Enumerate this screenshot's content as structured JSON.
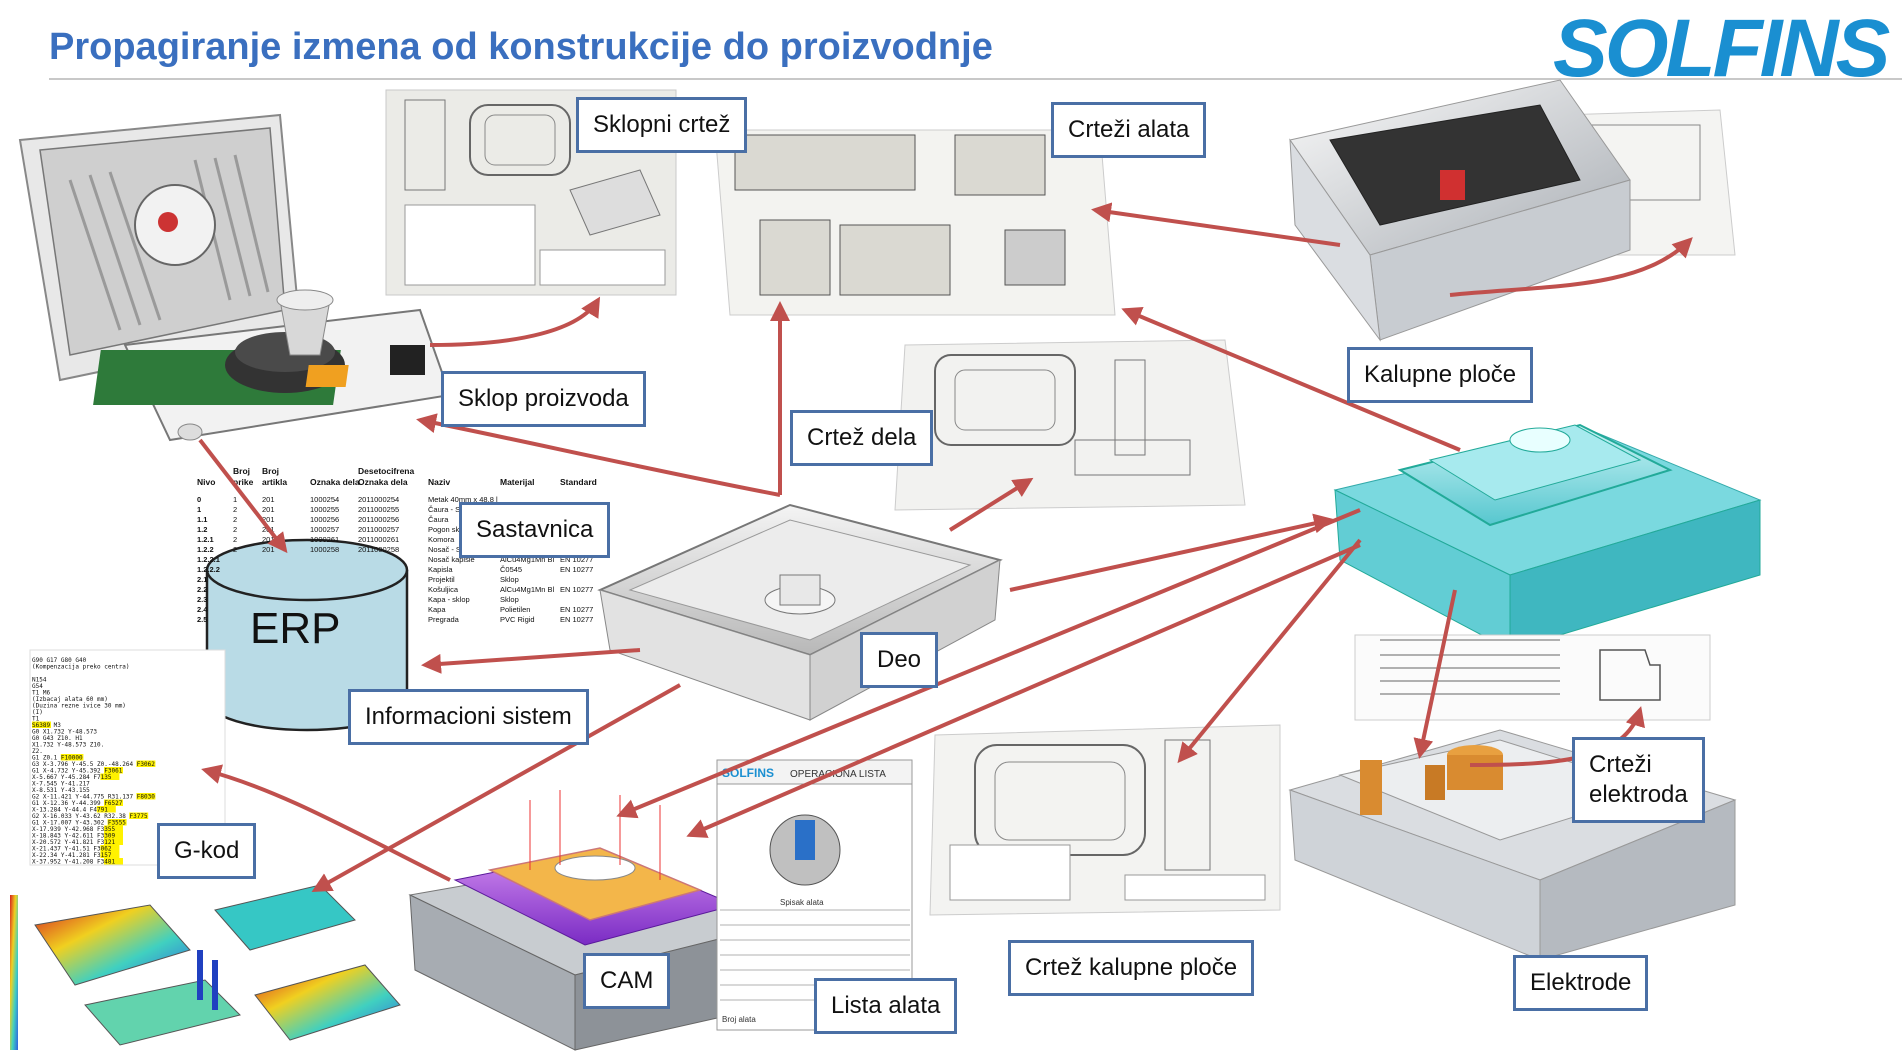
{
  "title": "Propagiranje izmena od konstrukcije do proizvodnje",
  "logo": "SOLFINS",
  "labels": {
    "sklopni_crtez": "Sklopni crtež",
    "crtezi_alata": "Crteži alata",
    "sklop_proizvoda": "Sklop proizvoda",
    "kalupne_ploce": "Kalupne ploče",
    "crtez_dela": "Crtež dela",
    "sastavnica": "Sastavnica",
    "deo": "Deo",
    "informacioni_sistem": "Informacioni sistem",
    "g_kod": "G-kod",
    "crtezi_elektroda": "Crteži\nelektroda",
    "crtez_kalupne_ploce": "Crtež kalupne ploče",
    "elektrode": "Elektrode",
    "cam": "CAM",
    "lista_alata": "Lista alata"
  },
  "erp": "ERP",
  "bom_table": {
    "headers": [
      "Nivo",
      "Broj\nprike",
      "Broj\nartikla",
      "Oznaka dela",
      "Desetocifrena\nOznaka dela",
      "Naziv",
      "Materijal",
      "Standard"
    ],
    "rows": [
      [
        "0",
        "1",
        "201",
        "1000254",
        "2011000254",
        "Metak 40mm x 48,8 l",
        "",
        ""
      ],
      [
        "1",
        "2",
        "201",
        "1000255",
        "2011000255",
        "Čaura - Sklop",
        "",
        ""
      ],
      [
        "1.1",
        "2",
        "201",
        "1000256",
        "2011000256",
        "Čaura",
        "",
        ""
      ],
      [
        "1.2",
        "2",
        "201",
        "1000257",
        "2011000257",
        "Pogon sklop",
        "",
        ""
      ],
      [
        "1.2.1",
        "2",
        "201",
        "1000261",
        "2011000261",
        "Komora",
        "",
        ""
      ],
      [
        "1.2.2",
        "2",
        "201",
        "1000258",
        "2011000258",
        "Nosač - Sklop",
        "",
        ""
      ],
      [
        "1.2.2.1",
        "",
        "",
        "",
        "",
        "Nosač kapisle",
        "AlCu4Mg1Mn Bl",
        "EN 10277"
      ],
      [
        "1.2.2.2",
        "",
        "",
        "",
        "",
        "Kapisla",
        "Č0545",
        "EN 10277"
      ],
      [
        "2.1",
        "",
        "",
        "",
        "",
        "Projektil",
        "Sklop",
        ""
      ],
      [
        "2.2",
        "",
        "",
        "",
        "",
        "Košuljica",
        "AlCu4Mg1Mn Bl",
        "EN 10277"
      ],
      [
        "2.3",
        "",
        "",
        "",
        "",
        "Kapa - sklop",
        "Sklop",
        ""
      ],
      [
        "2.4",
        "",
        "",
        "",
        "",
        "Kapa",
        "Polietilen",
        "EN 10277"
      ],
      [
        "2.5",
        "",
        "",
        "",
        "",
        "Pregrada",
        "PVC Rigid",
        "EN 10277"
      ]
    ]
  },
  "gcode": [
    "G90 G17 G80 G40",
    "(Kompenzacija preko centra)",
    "",
    "N154",
    "G54",
    "T1 M6",
    "(Izbacaj alata 60 mm)",
    "(Duzina rezne ivice 30 mm)",
    "(I)",
    "T1",
    "S6389 M3",
    "G0 X1.732 Y-48.573",
    "G0 G43 Z10. H1",
    "  X1.732 Y-48.573 Z10.",
    "  Z2.",
    "G1 Z0.1 F10000",
    "G3 X-3.796 Y-45.5 Z0.-48.264 F3062",
    "G1 X-4.732 Y-45.392 F3061",
    "  X-5.667 Y-45.284 F7135",
    "  X-7.545 Y-41.217",
    "  X-8.531 Y-43.155",
    "G2 X-11.421 Y-44.775 R31.137 F8030",
    "G1 X-12.36 Y-44.399 F6527",
    "  X-13.284 Y-44.4 F4791",
    "G2 X-16.033 Y-43.62 R32.38 F3775",
    "G1 X-17.007 Y-43.302 F3555",
    "  X-17.939 Y-42.968 F3355",
    "  X-18.843 Y-42.611 F3309",
    "  X-20.572 Y-41.821 F3121",
    "  X-21.437 Y-41.51 F3062",
    "  X-22.34 Y-41.281 F3157",
    "  X-37.952 Y-41.208 F3481"
  ],
  "operaciona_lista": {
    "brand": "SOLFINS",
    "title": "OPERACIONA LISTA",
    "subtitle": "Spisak alata",
    "footer": "Broj alata"
  },
  "colors": {
    "title": "#3a6fbf",
    "logo": "#1a8fd1",
    "label_border": "#4a6fa5",
    "arrow": "#c0504d",
    "erp_fill": "#b9dbe6"
  }
}
